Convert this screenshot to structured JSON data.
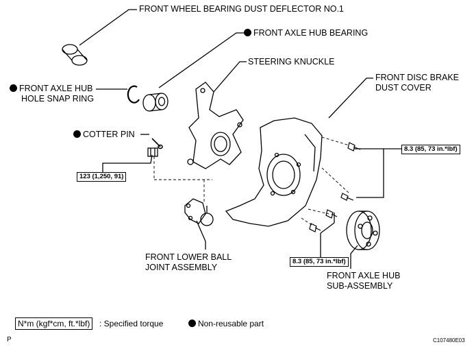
{
  "labels": {
    "dust_deflector": "FRONT WHEEL BEARING DUST DEFLECTOR NO.1",
    "hub_bearing": "FRONT AXLE HUB BEARING",
    "steering_knuckle": "STEERING KNUCKLE",
    "disc_brake_dust_cover_line1": "FRONT DISC BRAKE",
    "disc_brake_dust_cover_line2": "DUST COVER",
    "snap_ring_line1": "FRONT AXLE HUB",
    "snap_ring_line2": "HOLE SNAP RING",
    "cotter_pin": "COTTER PIN",
    "lower_ball_joint_line1": "FRONT LOWER BALL",
    "lower_ball_joint_line2": "JOINT ASSEMBLY",
    "axle_hub_sub_line1": "FRONT AXLE HUB",
    "axle_hub_sub_line2": "SUB-ASSEMBLY"
  },
  "torques": {
    "nut": "123 (1,250, 91)",
    "dust_cover_bolts": "8.3 (85, 73 in.*lbf)",
    "hub_bolts": "8.3 (85, 73 in.*lbf)"
  },
  "legend": {
    "unit_box": "N*m (kgf*cm, ft.*lbf)",
    "unit_desc": ": Specified torque",
    "nonreusable": "Non-reusable part"
  },
  "corner": {
    "page_letter": "P",
    "figure_code": "C107480E03"
  }
}
